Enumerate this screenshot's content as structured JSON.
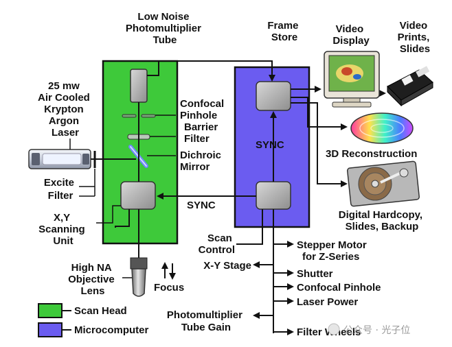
{
  "labels": {
    "photomultiplier": [
      "Low Noise",
      "Photomultiplier",
      "Tube"
    ],
    "frame_store": [
      "Frame",
      "Store"
    ],
    "video_display": [
      "Video",
      "Display"
    ],
    "video_prints": [
      "Video",
      "Prints,",
      "Slides"
    ],
    "laser": [
      "25 mw",
      "Air Cooled",
      "Krypton",
      "Argon",
      "Laser"
    ],
    "confocal_pinhole": [
      "Confocal",
      "Pinhole"
    ],
    "barrier_filter": [
      "Barrier",
      "Filter"
    ],
    "dichroic_mirror": [
      "Dichroic",
      "Mirror"
    ],
    "sync_top": "SYNC",
    "sync_bottom": "SYNC",
    "reconstruction": "3D Reconstruction",
    "excite_filter": [
      "Excite",
      "Filter"
    ],
    "scanning_unit": [
      "X,Y",
      "Scanning",
      "Unit"
    ],
    "hardcopy": [
      "Digital Hardcopy,",
      "Slides, Backup"
    ],
    "scan_control": [
      "Scan",
      "Control"
    ],
    "stepper_motor": [
      "Stepper Motor",
      "for Z-Series"
    ],
    "xy_stage": "X-Y Stage",
    "objective": [
      "High NA",
      "Objective",
      "Lens"
    ],
    "focus": "Focus",
    "shutter": "Shutter",
    "confocal_pinhole_out": "Confocal Pinhole",
    "laser_power": "Laser Power",
    "pmt_gain": [
      "Photomultiplier",
      "Tube Gain"
    ],
    "filter_wheels": "Filter Wheels"
  },
  "legend": [
    {
      "label": "Scan Head",
      "color": "#3ec93a"
    },
    {
      "label": "Microcomputer",
      "color": "#6b5cf0"
    }
  ],
  "watermark": "公众号 · 光子位"
}
